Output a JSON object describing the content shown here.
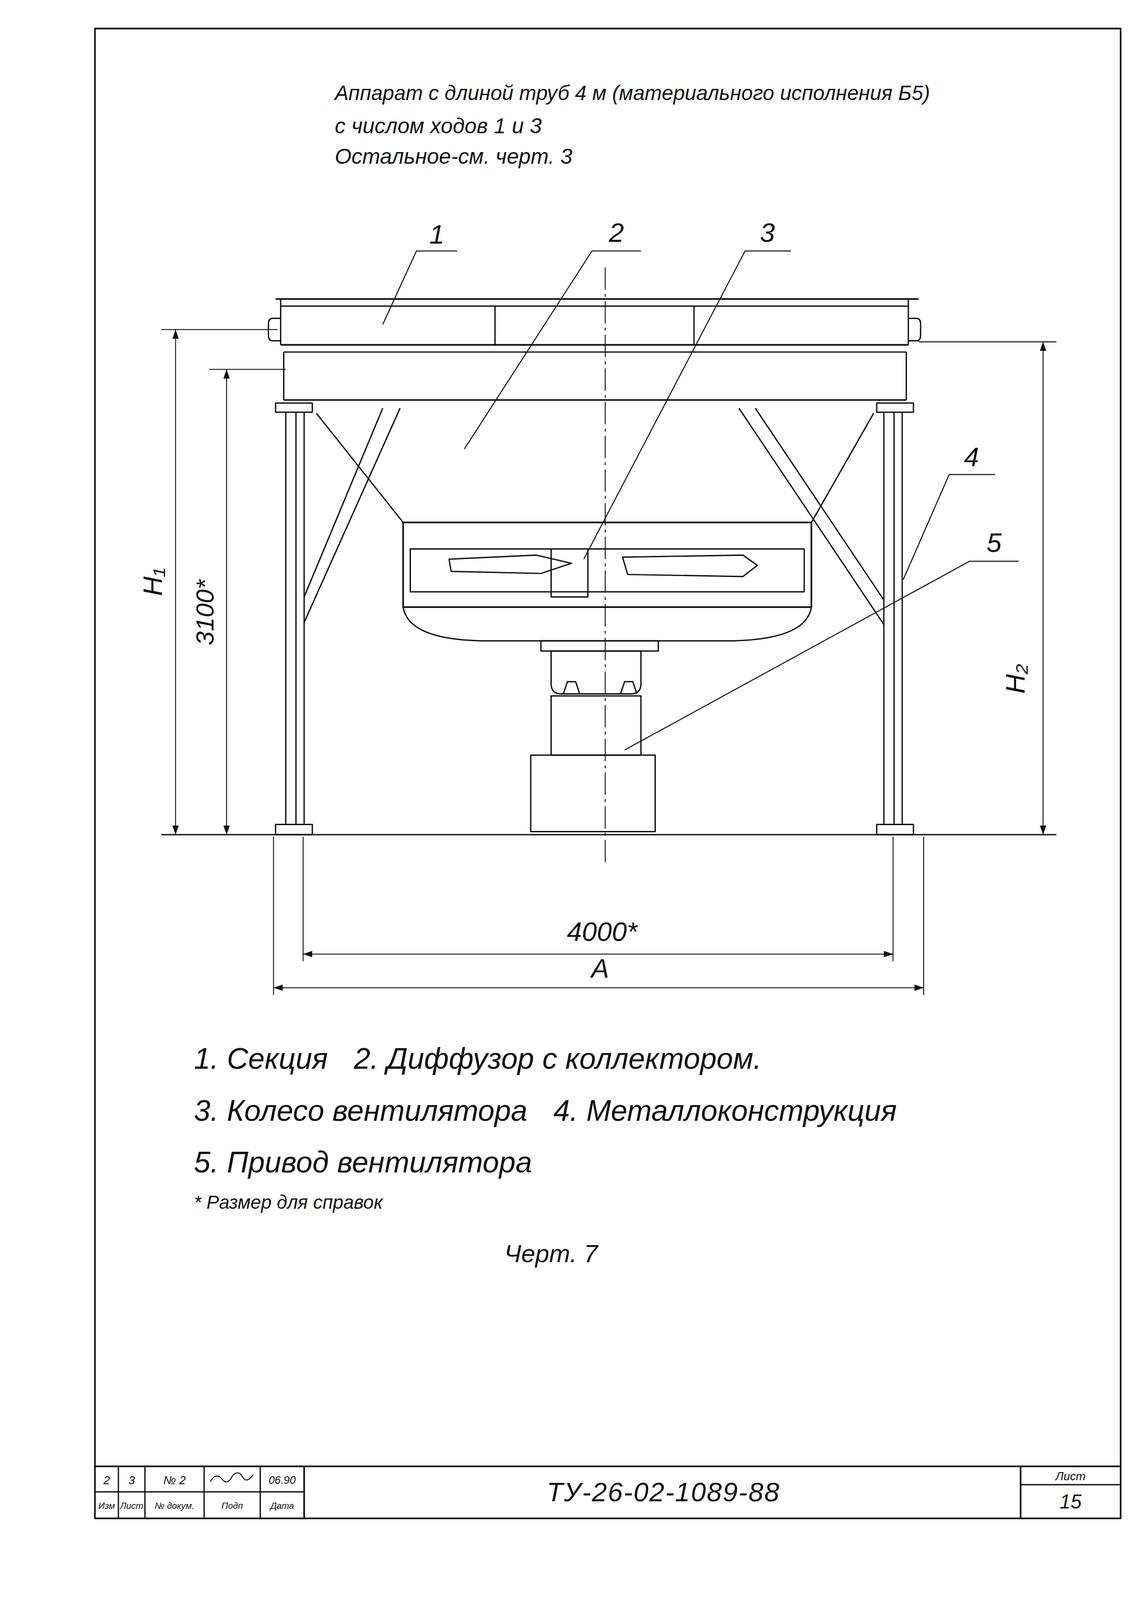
{
  "diagram": {
    "labels": [
      "Аппарат с длиной труб 4 м (материального исполнения Б5)",
      "с числом ходов 1 и 3",
      "Остальное-см. черт. 3",
      "1",
      "2",
      "3",
      "4",
      "5",
      "H₁",
      "3100*",
      "H₂",
      "4000*",
      "А",
      "1. Секция",
      "2. Диффузор с коллектором.",
      "3. Колесо вентилятора",
      "4. Металлоконструкция",
      "5. Привод вентилятора",
      "* Размер для справок",
      "Черт. 7",
      "2",
      "3",
      "№ 2",
      "06.90",
      "Изм",
      "Лист",
      "№ докум.",
      "Подп",
      "Дата",
      "ТУ-26-02-1089-88",
      "Лист",
      "15"
    ]
  }
}
